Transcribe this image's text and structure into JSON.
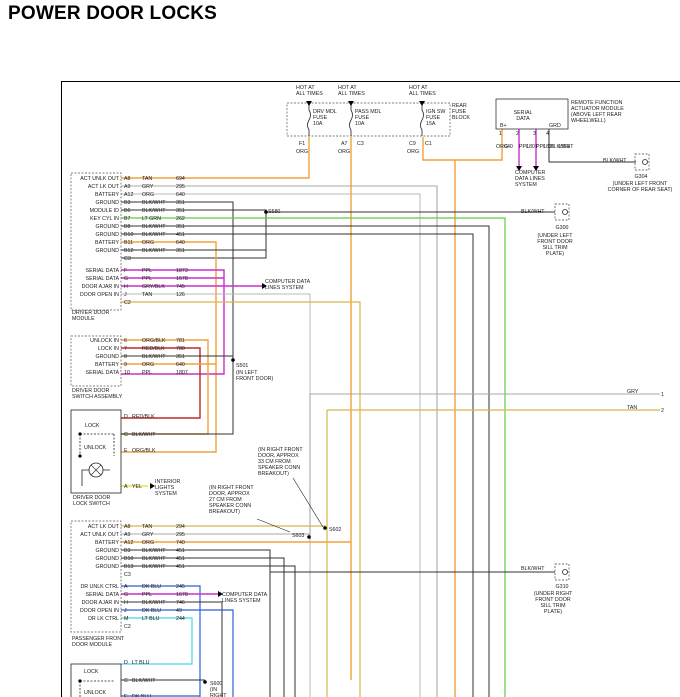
{
  "title": "POWER DOOR LOCKS",
  "fuse_block": {
    "hot1": [
      "HOT AT",
      "ALL TIMES"
    ],
    "hot2": [
      "HOT AT",
      "ALL TIMES"
    ],
    "hot3": [
      "HOT AT",
      "ALL TIMES"
    ],
    "fuse1": [
      "DRV MDL",
      "FUSE",
      "10A"
    ],
    "fuse2": [
      "PASS MDL",
      "FUSE",
      "10A"
    ],
    "fuse3": [
      "IGN SW",
      "FUSE",
      "15A"
    ],
    "label": [
      "REAR",
      "FUSE",
      "BLOCK"
    ],
    "pins": [
      "F1",
      "A7",
      "C3",
      "C9",
      "C1"
    ],
    "wire_colors": [
      "ORG",
      "ORG",
      "ORG"
    ]
  },
  "rfa": {
    "label": [
      "REMOTE FUNCTION",
      "ACTUATOR MODULE",
      "(ABOVE LEFT REAR",
      "WHEELWELL)"
    ],
    "serial": [
      "SERIAL",
      "DATA"
    ],
    "pin_labels": [
      "B+",
      "GRD"
    ],
    "pins": [
      "1",
      "2",
      "3",
      "4"
    ],
    "wire_labels": [
      "ORG",
      "640",
      "PPL",
      "1807",
      "PPL",
      "1807",
      "BLK/WHT",
      "1551"
    ],
    "ground_wire": "BLK/WHT",
    "ground_id": "G304",
    "ground_desc": [
      "(UNDER LEFT FRONT",
      "CORNER OF REAR SEAT)"
    ],
    "comp_data": [
      "COMPUTER",
      "DATA LINES",
      "SYSTEM"
    ]
  },
  "ddm": {
    "rows": [
      {
        "label": "ACT UNLK OUT",
        "pin": "A8",
        "color": "TAN",
        "num": "694"
      },
      {
        "label": "ACT LK OUT",
        "pin": "A9",
        "color": "GRY",
        "num": "295"
      },
      {
        "label": "BATTERY",
        "pin": "A12",
        "color": "ORG",
        "num": "640"
      },
      {
        "label": "GROUND",
        "pin": "B3",
        "color": "BLK/WHT",
        "num": "351"
      },
      {
        "label": "MODULE ID",
        "pin": "B6",
        "color": "BLK/WHT",
        "num": "351"
      },
      {
        "label": "KEY CYL IN",
        "pin": "B7",
        "color": "LT GRN",
        "num": "262"
      },
      {
        "label": "GROUND",
        "pin": "B8",
        "color": "BLK/WHT",
        "num": "351"
      },
      {
        "label": "GROUND",
        "pin": "B10",
        "color": "BLK/WHT",
        "num": "451"
      },
      {
        "label": "BATTERY",
        "pin": "B11",
        "color": "ORG",
        "num": "640"
      },
      {
        "label": "GROUND",
        "pin": "B12",
        "color": "BLK/WHT",
        "num": "351"
      },
      {
        "label": "",
        "pin": "C3",
        "color": "",
        "num": ""
      },
      {
        "label": "SERIAL DATA",
        "pin": "F",
        "color": "PPL",
        "num": "1873"
      },
      {
        "label": "SERIAL DATA",
        "pin": "G",
        "color": "PPL",
        "num": "1678"
      },
      {
        "label": "DOOR AJAR IN",
        "pin": "H",
        "color": "GRY/BLK",
        "num": "745"
      },
      {
        "label": "DOOR OPEN IN",
        "pin": "J",
        "color": "TAN",
        "num": "126"
      },
      {
        "label": "",
        "pin": "C2",
        "color": "",
        "num": ""
      }
    ],
    "name": [
      "DRIVER DOOR",
      "MODULE"
    ]
  },
  "s580": "S580",
  "g300": {
    "wire": "BLK/WHT",
    "id": "G300",
    "desc": [
      "(UNDER LEFT",
      "FRONT DOOR",
      "SILL TRIM",
      "PLATE)"
    ]
  },
  "comp_data_1": [
    "COMPUTER DATA",
    "LINES SYSTEM"
  ],
  "ddsa": {
    "rows": [
      {
        "label": "UNLOCK IN",
        "pin": "6",
        "color": "ORG/BLK",
        "num": "781"
      },
      {
        "label": "LOCK IN",
        "pin": "7",
        "color": "RED/BLK",
        "num": "780"
      },
      {
        "label": "GROUND",
        "pin": "8",
        "color": "BLK/WHT",
        "num": "351"
      },
      {
        "label": "BATTERY",
        "pin": "9",
        "color": "ORG",
        "num": "640"
      },
      {
        "label": "SERIAL DATA",
        "pin": "10",
        "color": "PPL",
        "num": "1807"
      }
    ],
    "name": [
      "DRIVER DOOR",
      "SWITCH ASSEMBLY"
    ]
  },
  "s501": {
    "id": "S501",
    "desc": [
      "(IN LEFT",
      "FRONT DOOR)"
    ]
  },
  "dls": {
    "lock": "LOCK",
    "unlock": "UNLOCK",
    "rows": [
      {
        "pin": "D",
        "color": "RED/BLK"
      },
      {
        "pin": "C",
        "color": "BLK/WHT"
      },
      {
        "pin": "E",
        "color": "ORG/BLK"
      },
      {
        "pin": "A",
        "color": "YEL"
      }
    ],
    "name": [
      "DRIVER DOOR",
      "LOCK SWITCH"
    ],
    "interior": [
      "INTERIOR",
      "LIGHTS",
      "SYSTEM"
    ]
  },
  "connector_right": {
    "gry": "GRY",
    "tan": "TAN",
    "pin1": "1",
    "pin2": "2"
  },
  "note1": [
    "(IN RIGHT FRONT",
    "DOOR, APPROX",
    "33 CM FROM",
    "SPEAKER CONN",
    "BREAKOUT)"
  ],
  "note2": [
    "(IN RIGHT FRONT",
    "DOOR, APPROX",
    "27 CM FROM",
    "SPEAKER CONN",
    "BREAKOUT)"
  ],
  "s602": "S602",
  "s603": "S603",
  "pdm": {
    "rows": [
      {
        "label": "ACT LK OUT",
        "pin": "A8",
        "color": "TAN",
        "num": "294"
      },
      {
        "label": "ACT UNLK OUT",
        "pin": "A9",
        "color": "GRY",
        "num": "295"
      },
      {
        "label": "BATTERY",
        "pin": "A12",
        "color": "ORG",
        "num": "740"
      },
      {
        "label": "GROUND",
        "pin": "B3",
        "color": "BLK/WHT",
        "num": "451"
      },
      {
        "label": "GROUND",
        "pin": "B10",
        "color": "BLK/WHT",
        "num": "451"
      },
      {
        "label": "GROUND",
        "pin": "B13",
        "color": "BLK/WHT",
        "num": "451"
      },
      {
        "label": "",
        "pin": "C3",
        "color": "",
        "num": ""
      },
      {
        "label": "DR UNLK CTRL",
        "pin": "A",
        "color": "DK BLU",
        "num": "245"
      },
      {
        "label": "SERIAL DATA",
        "pin": "G",
        "color": "PPL",
        "num": "1678"
      },
      {
        "label": "DOOR AJAR IN",
        "pin": "H",
        "color": "BLK/WHT",
        "num": "746"
      },
      {
        "label": "DOOR OPEN IN",
        "pin": "J",
        "color": "DK BLU",
        "num": "49"
      },
      {
        "label": "DR LK CTRL",
        "pin": "M",
        "color": "LT BLU",
        "num": "244"
      },
      {
        "label": "",
        "pin": "C2",
        "color": "",
        "num": ""
      }
    ],
    "name": [
      "PASSENGER FRONT",
      "DOOR MODULE"
    ]
  },
  "comp_data_2": [
    "COMPUTER DATA",
    "LINES SYSTEM"
  ],
  "g310": {
    "wire": "BLK/WHT",
    "id": "G310",
    "desc": [
      "(UNDER RIGHT",
      "FRONT DOOR",
      "SILL TRIM",
      "PLATE)"
    ]
  },
  "pls": {
    "lock": "LOCK",
    "unlock": "UNLOCK",
    "rows": [
      {
        "pin": "D",
        "color": "LT BLU"
      },
      {
        "pin": "C",
        "color": "BLK/WHT"
      },
      {
        "pin": "E",
        "color": "DK BLU"
      }
    ]
  },
  "s600": {
    "id": "S600",
    "desc": [
      "(IN",
      "RIGHT"
    ]
  },
  "colors": {
    "orange": "#F0A23C",
    "tan": "#D6B84A",
    "gray": "#A8A8A8",
    "black": "#303030",
    "green": "#5DCB48",
    "purple": "#CC2FCC",
    "red": "#C02828",
    "dkblue": "#2F5FD8",
    "ltblue": "#48D6E6",
    "yellow": "#E8E24A",
    "wire_gray": "#B8B8B8"
  }
}
